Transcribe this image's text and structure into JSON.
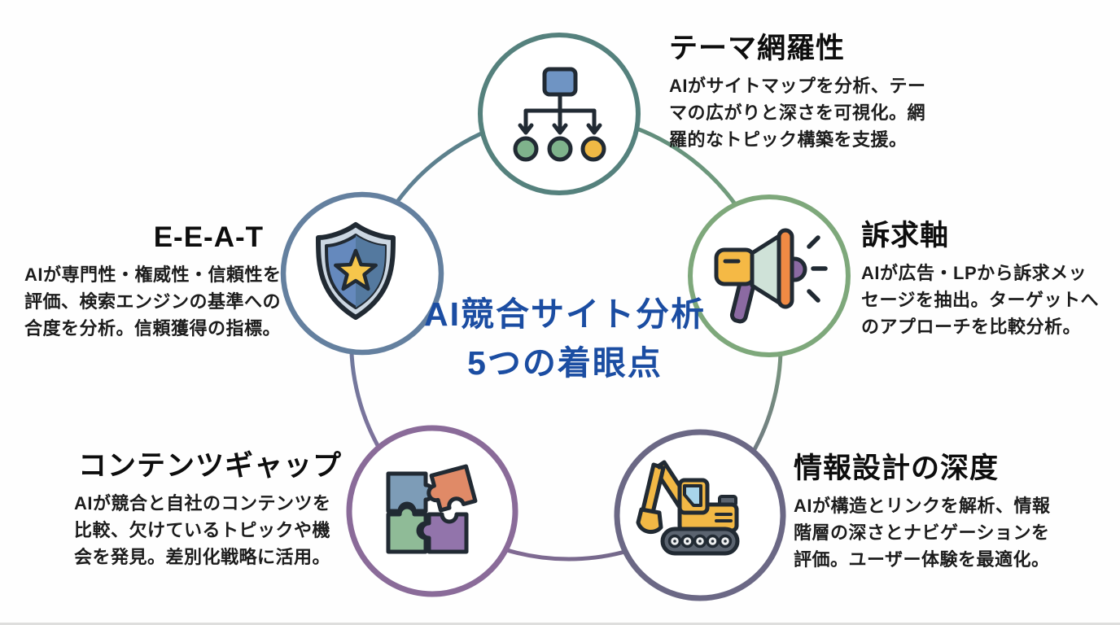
{
  "background_color": "#fefefe",
  "divider_color": "#dededd",
  "center": {
    "title_line1": "AI競合サイト分析",
    "title_line2": "5つの着眼点",
    "color": "#1b4da2"
  },
  "nodes": [
    {
      "id": "theme-coverage",
      "title": "テーマ網羅性",
      "body": "AIがサイトマップを分析、テーマの広がりと深さを可視化。網羅的なトピック構築を支援。",
      "ring_color": "#55817d",
      "icon": "sitemap-icon"
    },
    {
      "id": "appeal-axis",
      "title": "訴求軸",
      "body": "AIが広告・LPから訴求メッセージを抽出。ターゲットへのアプローチを比較分析。",
      "ring_color": "#7ea87b",
      "icon": "megaphone-icon"
    },
    {
      "id": "info-design-depth",
      "title": "情報設計の深度",
      "body": "AIが構造とリンクを解析、情報階層の深さとナビゲーションを評価。ユーザー体験を最適化。",
      "ring_color": "#6b6885",
      "icon": "excavator-icon"
    },
    {
      "id": "content-gap",
      "title": "コンテンツギャップ",
      "body": "AIが競合と自社のコンテンツを比較、欠けているトピックや機会を発見。差別化戦略に活用。",
      "ring_color": "#8a6b99",
      "icon": "puzzle-icon"
    },
    {
      "id": "eeat",
      "title": "E-E-A-T",
      "body": "AIが専門性・権威性・信頼性を評価、検索エンジンの基準への合度を分析。信頼獲得の指標。",
      "ring_color": "#64809f",
      "icon": "shield-icon"
    }
  ],
  "icons": {
    "outline": "#212a33",
    "sitemap": {
      "box": "#6f94c3",
      "circle1": "#7fb38c",
      "circle2": "#7fb38c",
      "circle3": "#f0b945"
    },
    "shield": {
      "outer": "#ccd7e2",
      "inner": "#6589bd",
      "inner_dark": "#54799f",
      "star": "#f6c64b"
    },
    "megaphone": {
      "back": "#f5b945",
      "cone": "#cfe2d8",
      "rim": "#f08a44",
      "handle": "#8b6aa2",
      "knob": "#8b6aa2"
    },
    "puzzle": {
      "tl": "#7d9cb7",
      "tr": "#e08a67",
      "bl": "#8fbb97",
      "br": "#9274ab"
    },
    "excavator": {
      "body": "#f2b845",
      "window": "#a8d4ea",
      "tracks": "#5b6470",
      "wheel": "#eceeef"
    }
  }
}
